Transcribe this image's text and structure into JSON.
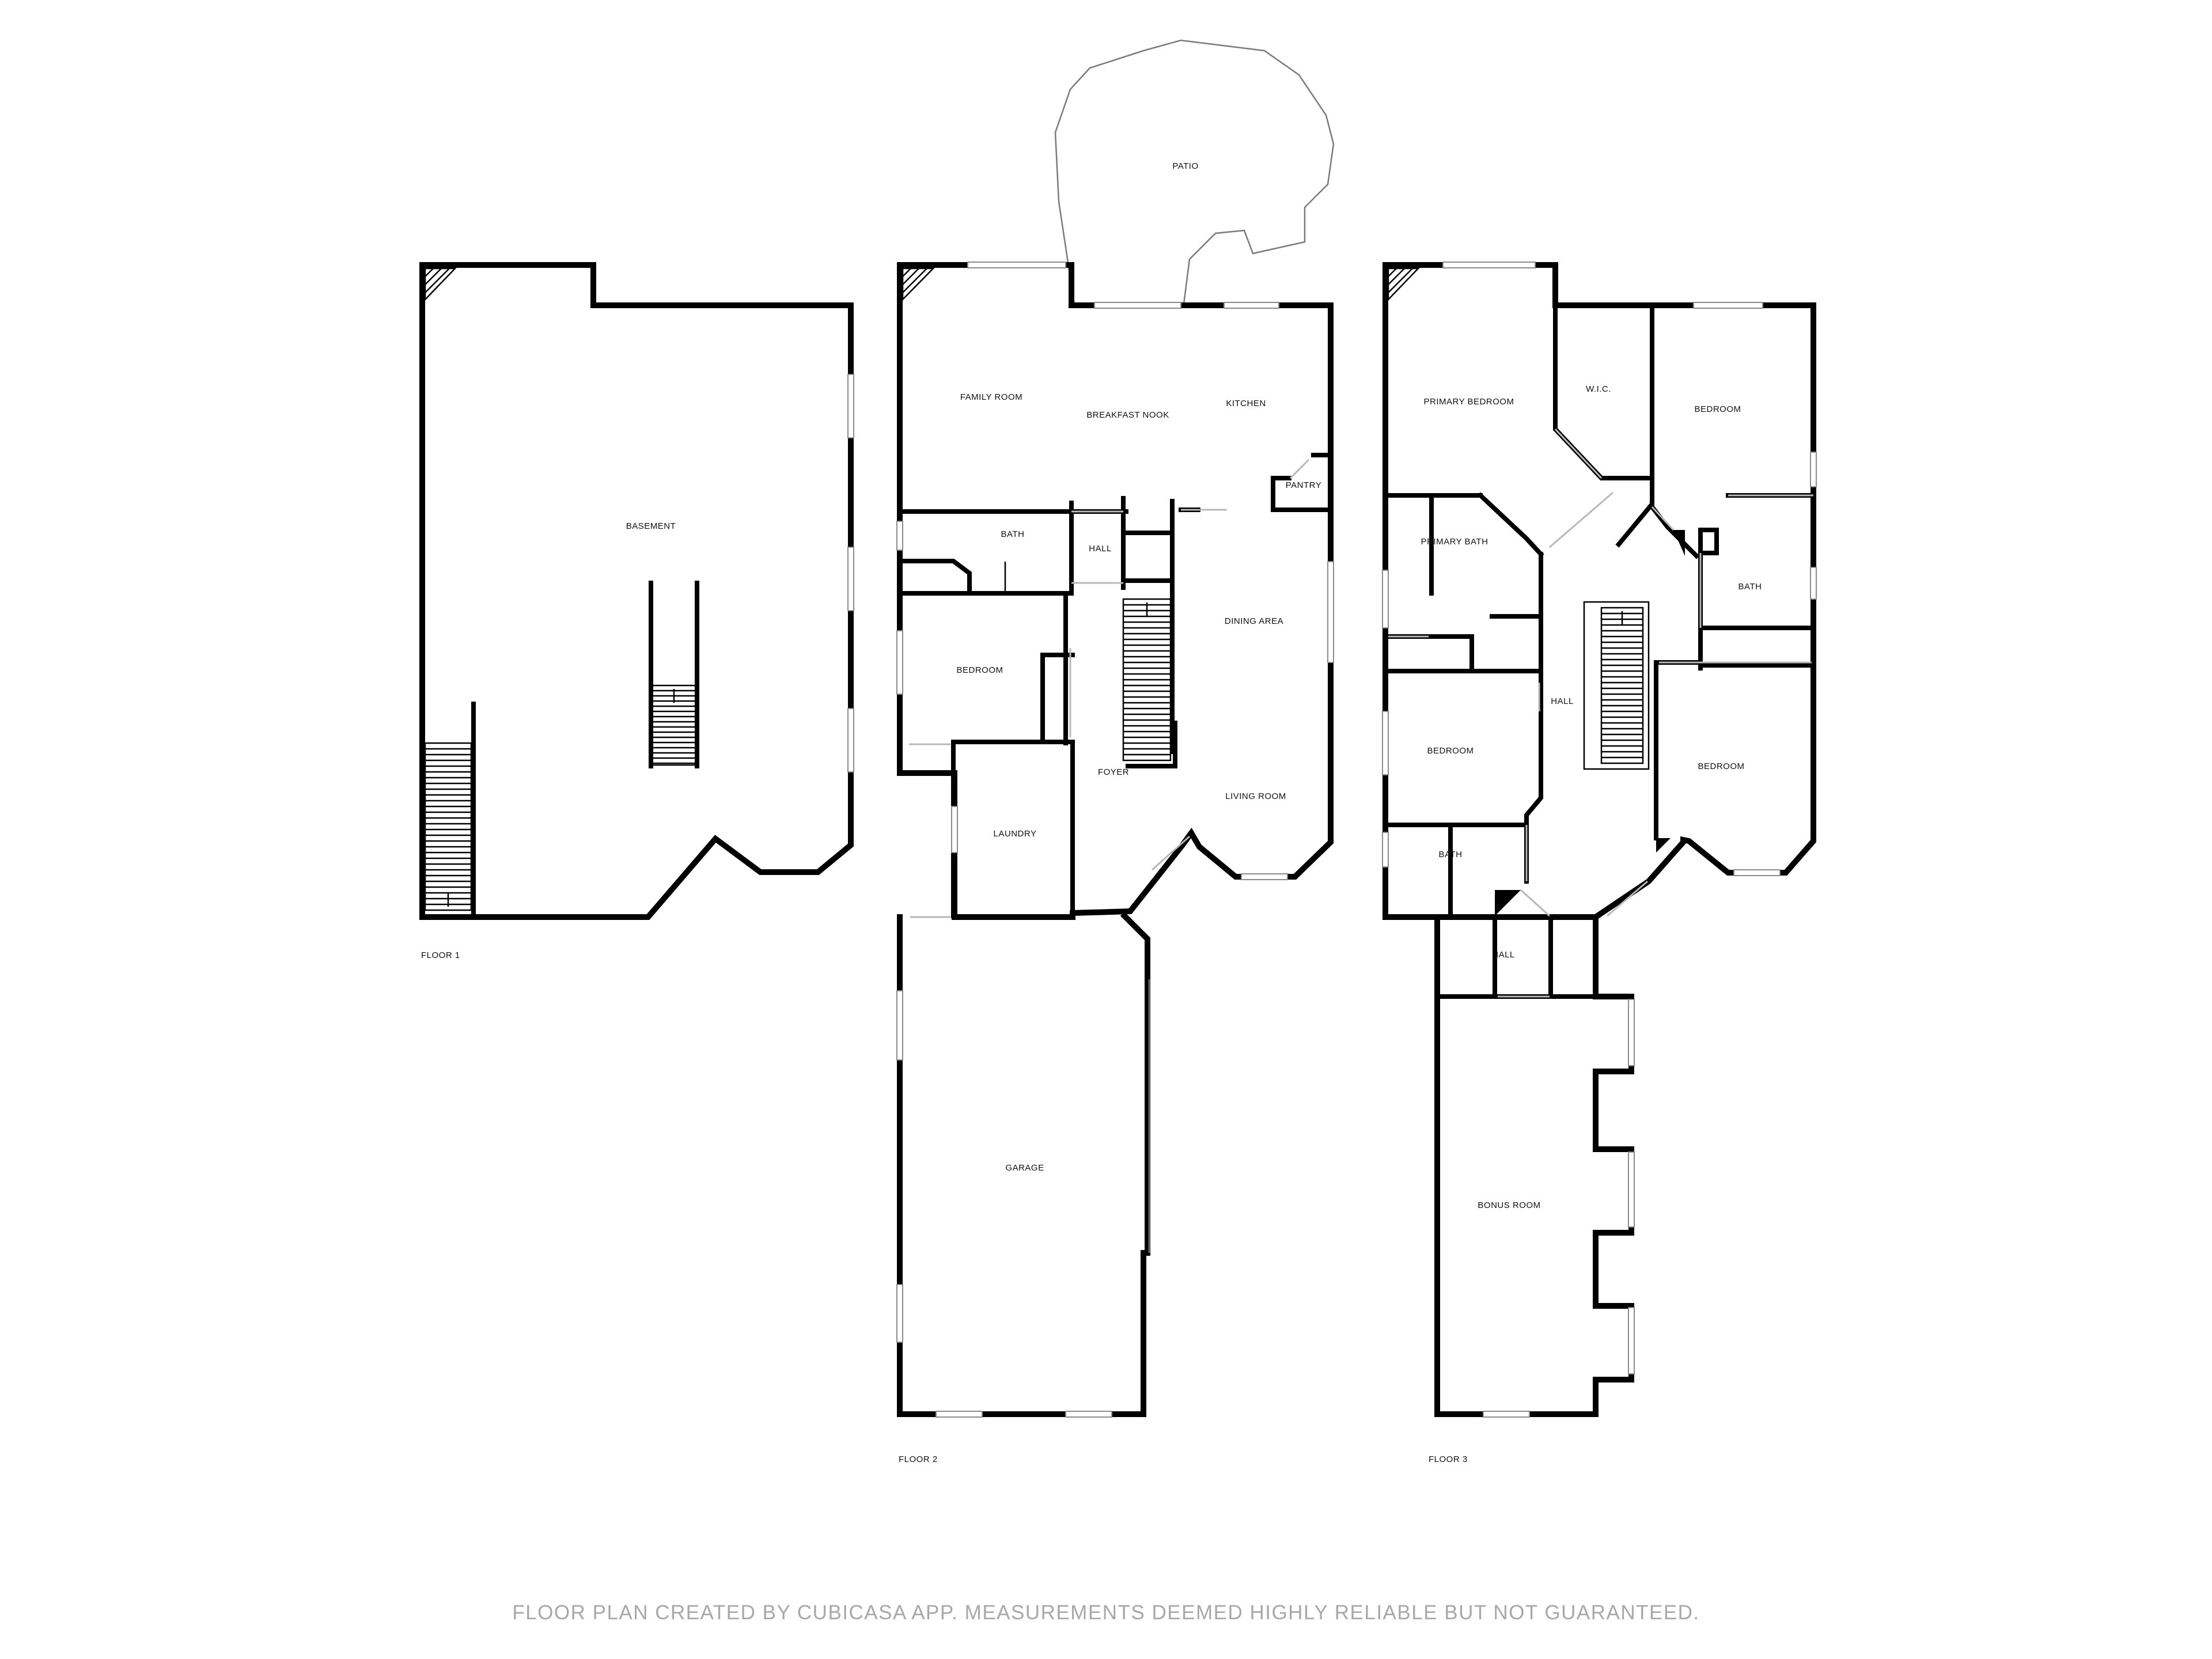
{
  "floors": {
    "floor1": {
      "label": "FLOOR 1",
      "rooms": {
        "basement": "BASEMENT"
      }
    },
    "floor2": {
      "label": "FLOOR 2",
      "rooms": {
        "patio": "PATIO",
        "family_room": "FAMILY ROOM",
        "breakfast_nook": "BREAKFAST NOOK",
        "kitchen": "KITCHEN",
        "pantry": "PANTRY",
        "bath": "BATH",
        "hall": "HALL",
        "dining_area": "DINING AREA",
        "bedroom": "BEDROOM",
        "foyer": "FOYER",
        "living_room": "LIVING ROOM",
        "laundry": "LAUNDRY",
        "garage": "GARAGE"
      }
    },
    "floor3": {
      "label": "FLOOR 3",
      "rooms": {
        "primary_bedroom": "PRIMARY BEDROOM",
        "wic": "W.I.C.",
        "bedroom_ne": "BEDROOM",
        "primary_bath": "PRIMARY BATH",
        "bath_east": "BATH",
        "hall_main": "HALL",
        "bedroom_west": "BEDROOM",
        "bedroom_east": "BEDROOM",
        "bath_west": "BATH",
        "hall_small": "HALL",
        "bonus_room": "BONUS ROOM"
      }
    }
  },
  "footer": "FLOOR PLAN CREATED BY CUBICASA APP. MEASUREMENTS DEEMED HIGHLY RELIABLE BUT NOT GUARANTEED."
}
